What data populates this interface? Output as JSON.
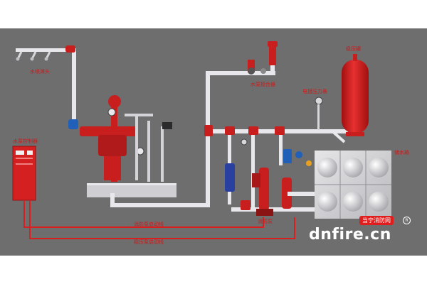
{
  "labels": {
    "sprinkler_heads": "水喷淋头",
    "pump_control_cabinet": "水泵控制器",
    "pump_adapter": "水泵接合器",
    "pressure_tank": "稳压罐",
    "pressure_gauge": "电接压力表",
    "water_tank": "储水箱",
    "fire_pump": "消防泵",
    "fire_pump_start_line": "消防泵启动线",
    "stabilizer_pump_start_line": "稳压泵启动线"
  },
  "watermark": {
    "text": "dnfire.cn",
    "badge": "当宁消防网",
    "reg_mark": "R"
  },
  "colors": {
    "background": "#6e6e6e",
    "pipe": "#e8e8ec",
    "valve_red": "#c81e1e",
    "label_red": "#d01818",
    "control_line": "#d92020"
  }
}
